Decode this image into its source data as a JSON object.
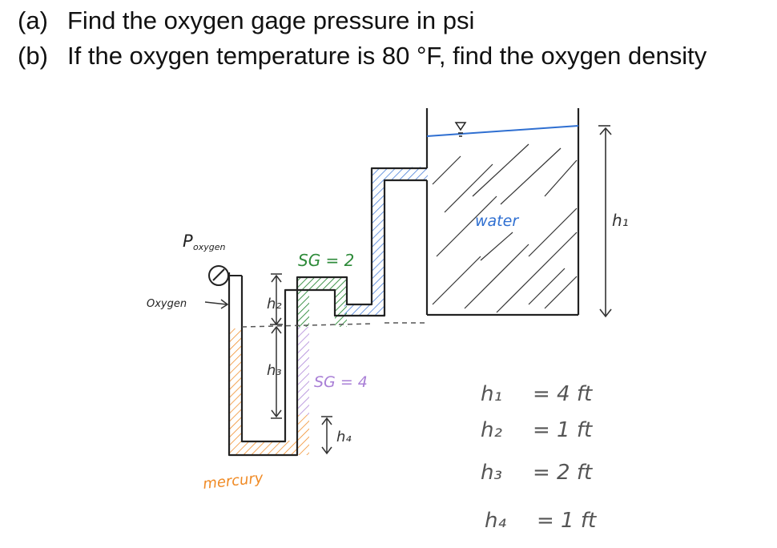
{
  "questions": [
    {
      "number": "(a)",
      "text": "Find the oxygen gage pressure in psi"
    },
    {
      "number": "(b)",
      "text": "If the oxygen temperature is 80 °F, find the oxygen density"
    }
  ],
  "diagram": {
    "labels": {
      "p_oxygen_main": "P",
      "p_oxygen_sub": "oxygen",
      "oxygen": "Oxygen",
      "sg_green": "SG = 2",
      "sg_purple": "SG = 4",
      "water": "water",
      "mercury": "mercury",
      "h1": "h₁",
      "h2": "h₂",
      "h3": "h₃",
      "h4": "h₄"
    },
    "givens": [
      {
        "symbol": "h₁",
        "value": "= 4 ft"
      },
      {
        "symbol": "h₂",
        "value": "= 1 ft"
      },
      {
        "symbol": "h₃",
        "value": "= 2 ft"
      },
      {
        "symbol": "h₄",
        "value": "= 1 ft"
      }
    ],
    "colors": {
      "outline": "#222222",
      "water_surface": "#2f6fd1",
      "blue_fluid": "#4a7fd8",
      "green_fluid": "#2e8b3a",
      "purple_fluid": "#a97fd6",
      "mercury_fluid": "#f08a24",
      "text_gray": "#555555"
    }
  }
}
